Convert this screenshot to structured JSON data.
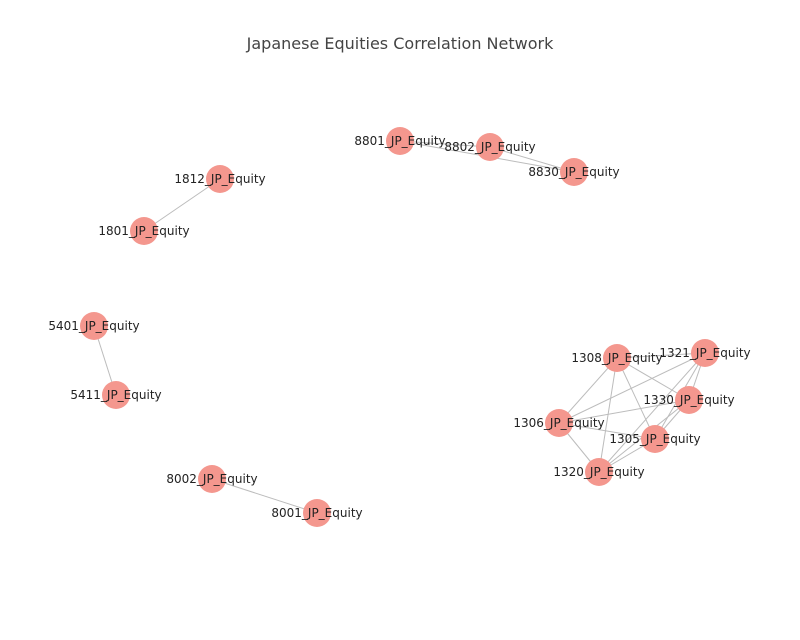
{
  "title": "Japanese Equities Correlation Network",
  "colors": {
    "node": "#f4978e",
    "edge": "#bcbcbc",
    "text": "#222222",
    "title": "#444444"
  },
  "nodes": [
    {
      "id": "8801_JP_Equity",
      "label": "8801_JP_Equity"
    },
    {
      "id": "8802_JP_Equity",
      "label": "8802_JP_Equity"
    },
    {
      "id": "8830_JP_Equity",
      "label": "8830_JP_Equity"
    },
    {
      "id": "1812_JP_Equity",
      "label": "1812_JP_Equity"
    },
    {
      "id": "1801_JP_Equity",
      "label": "1801_JP_Equity"
    },
    {
      "id": "5401_JP_Equity",
      "label": "5401_JP_Equity"
    },
    {
      "id": "5411_JP_Equity",
      "label": "5411_JP_Equity"
    },
    {
      "id": "8002_JP_Equity",
      "label": "8002_JP_Equity"
    },
    {
      "id": "8001_JP_Equity",
      "label": "8001_JP_Equity"
    },
    {
      "id": "1308_JP_Equity",
      "label": "1308_JP_Equity"
    },
    {
      "id": "1321_JP_Equity",
      "label": "1321_JP_Equity"
    },
    {
      "id": "1330_JP_Equity",
      "label": "1330_JP_Equity"
    },
    {
      "id": "1306_JP_Equity",
      "label": "1306_JP_Equity"
    },
    {
      "id": "1305_JP_Equity",
      "label": "1305_JP_Equity"
    },
    {
      "id": "1320_JP_Equity",
      "label": "1320_JP_Equity"
    }
  ],
  "edges": [
    [
      "8801_JP_Equity",
      "8802_JP_Equity"
    ],
    [
      "8801_JP_Equity",
      "8830_JP_Equity"
    ],
    [
      "8802_JP_Equity",
      "8830_JP_Equity"
    ],
    [
      "1812_JP_Equity",
      "1801_JP_Equity"
    ],
    [
      "5401_JP_Equity",
      "5411_JP_Equity"
    ],
    [
      "8002_JP_Equity",
      "8001_JP_Equity"
    ],
    [
      "1308_JP_Equity",
      "1321_JP_Equity"
    ],
    [
      "1308_JP_Equity",
      "1330_JP_Equity"
    ],
    [
      "1308_JP_Equity",
      "1306_JP_Equity"
    ],
    [
      "1308_JP_Equity",
      "1305_JP_Equity"
    ],
    [
      "1308_JP_Equity",
      "1320_JP_Equity"
    ],
    [
      "1321_JP_Equity",
      "1330_JP_Equity"
    ],
    [
      "1321_JP_Equity",
      "1306_JP_Equity"
    ],
    [
      "1321_JP_Equity",
      "1305_JP_Equity"
    ],
    [
      "1321_JP_Equity",
      "1320_JP_Equity"
    ],
    [
      "1330_JP_Equity",
      "1306_JP_Equity"
    ],
    [
      "1330_JP_Equity",
      "1305_JP_Equity"
    ],
    [
      "1330_JP_Equity",
      "1320_JP_Equity"
    ],
    [
      "1306_JP_Equity",
      "1305_JP_Equity"
    ],
    [
      "1306_JP_Equity",
      "1320_JP_Equity"
    ],
    [
      "1305_JP_Equity",
      "1320_JP_Equity"
    ]
  ]
}
